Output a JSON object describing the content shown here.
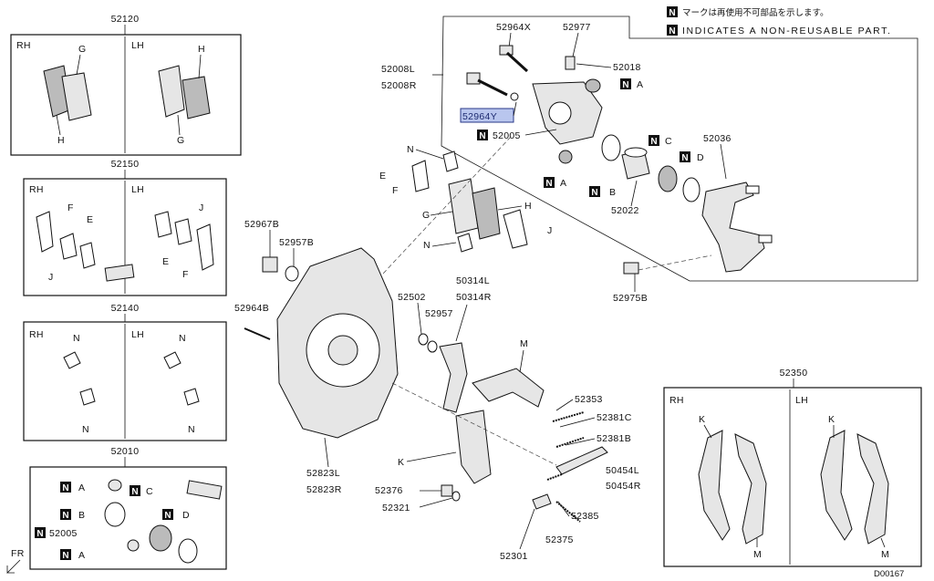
{
  "legend": {
    "jp": "マークは再使用不可部品を示します。",
    "en": "INDICATES A NON-REUSABLE PART.",
    "mark": "N"
  },
  "diagram_code": "D00167",
  "fr_label": "FR",
  "highlight_color": "#b9c6ee",
  "box_titles": {
    "pads": "52120",
    "clips": "52150",
    "anti_squeal": "52140",
    "seal_kit": "52010",
    "shoe_set": "52350"
  },
  "side_labels": {
    "rh": "RH",
    "lh": "LH"
  },
  "part_numbers": {
    "p52964X": "52964X",
    "p52977": "52977",
    "p52018": "52018",
    "p52008L": "52008L",
    "p52008R": "52008R",
    "p52964Y": "52964Y",
    "p52005": "52005",
    "p52036": "52036",
    "p52022": "52022",
    "p52975B": "52975B",
    "p52967B": "52967B",
    "p52957B": "52957B",
    "p52964B": "52964B",
    "p52502": "52502",
    "p52957": "52957",
    "p50314L": "50314L",
    "p50314R": "50314R",
    "p52823L": "52823L",
    "p52823R": "52823R",
    "p52353": "52353",
    "p52381C": "52381C",
    "p52381B": "52381B",
    "p50454L": "50454L",
    "p50454R": "50454R",
    "p52376": "52376",
    "p52321": "52321",
    "p52385": "52385",
    "p52375": "52375",
    "p52301": "52301",
    "p52005_kit": "52005"
  },
  "letters": {
    "A": "A",
    "B": "B",
    "C": "C",
    "D": "D",
    "E": "E",
    "F": "F",
    "G": "G",
    "H": "H",
    "J": "J",
    "K": "K",
    "M": "M",
    "N": "N"
  }
}
